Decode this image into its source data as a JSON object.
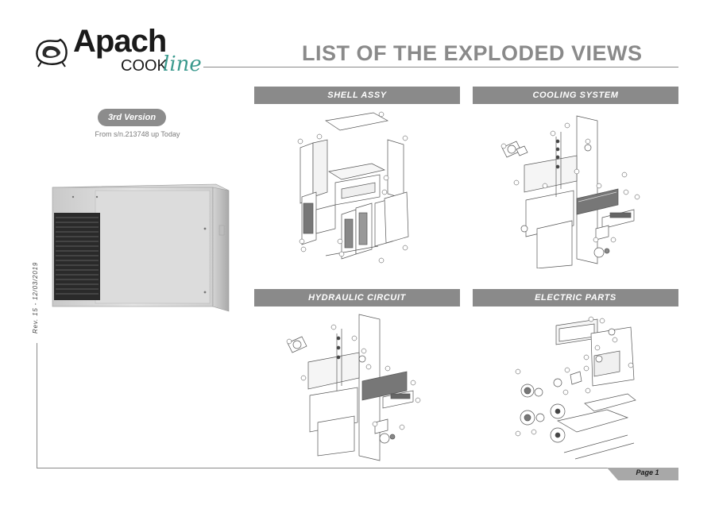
{
  "brand": {
    "name": "Apach",
    "sub": "COOK",
    "script": "line"
  },
  "header": {
    "title": "LIST OF THE EXPLODED VIEWS"
  },
  "version": {
    "label": "3rd Version",
    "range": "From s/n.213748 up Today"
  },
  "revision": "Rev. 15 - 12/03/2019",
  "sections": [
    {
      "label": "SHELL ASSY"
    },
    {
      "label": "COOLING SYSTEM"
    },
    {
      "label": "HYDRAULIC CIRCUIT"
    },
    {
      "label": "ELECTRIC PARTS"
    }
  ],
  "footer": {
    "page": "Page 1"
  },
  "colors": {
    "accent_gray": "#8a8a8a",
    "script_teal": "#3b9a8e"
  }
}
